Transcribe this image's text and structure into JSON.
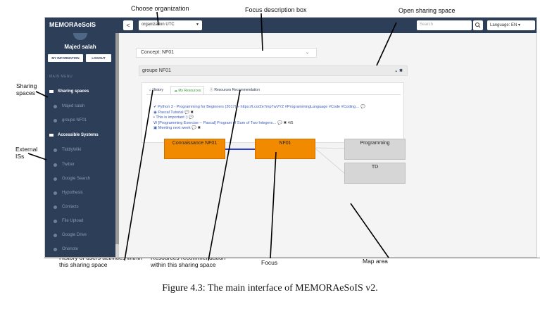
{
  "annotations": {
    "choose_org": "Choose organization",
    "focus_desc": "Focus description box",
    "open_sharing": "Open sharing space",
    "sharing_spaces": "Sharing spaces",
    "external_iss": "External ISs",
    "history": "History of users activities within this sharing space",
    "resources_rec": "Resources recommendation within this sharing space",
    "focus": "Focus",
    "map_area": "Map area"
  },
  "topbar": {
    "brand": "MEMORAeSoIS",
    "back": "<",
    "org_value": "organization UTC",
    "search_placeholder": "Search",
    "language": "Language: EN ▾"
  },
  "sidebar": {
    "user_name": "Majed salah",
    "info_btn": "MY INFORMATION",
    "logout_btn": "LOGOUT",
    "main_menu": "MAIN MENU",
    "sharing_header": "Sharing spaces",
    "sharing_items": [
      "Majed salah",
      "groupe NF01"
    ],
    "systems_header": "Accessible Systems",
    "systems": [
      "TiddlyWiki",
      "Twitter",
      "Google Search",
      "Hypothesis",
      "Contacts",
      "File Upload",
      "Google Drive",
      "Onenote"
    ]
  },
  "main": {
    "focus_box": "Concept: NF01",
    "groupe": "groupe NF01",
    "groupe_ctrl": "⌄  ✖",
    "tabs": [
      "History",
      "My Resources",
      "Resources Recommendation"
    ],
    "resources": [
      {
        "icon": "✔",
        "text": "Python 3 - Programming for Beginners (2017) » https://t.co/Ze7mp7wVYZ #ProgrammingLanguage #Code #Coding…",
        "meta": "💬"
      },
      {
        "icon": "◉",
        "text": "Pascal Tutorial",
        "meta": "💬 ✖"
      },
      {
        "icon": "▪",
        "text": "This is important :)",
        "meta": "💬"
      },
      {
        "icon": "W",
        "text": "[Programming Exercise -- Pascal] Program of Sum of Two Integers…",
        "meta": "💬 ✖ 4/5"
      },
      {
        "icon": "▣",
        "text": "Meeting next week",
        "meta": "💬 ✖"
      }
    ],
    "nodes": {
      "connaissance": "Connaissance NF01",
      "nf01": "NF01",
      "programming": "Programming",
      "td": "TD"
    }
  },
  "caption": "Figure 4.3: The main interface of MEMORAeSoIS v2."
}
